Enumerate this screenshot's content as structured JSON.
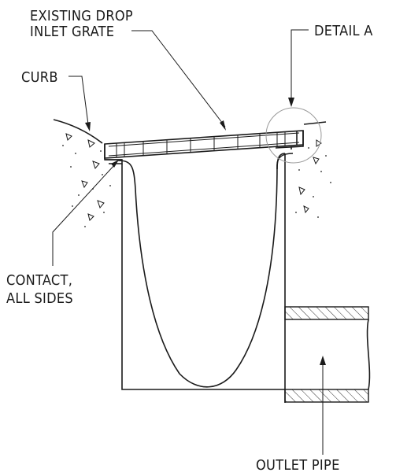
{
  "labels": {
    "grate_line1": "EXISTING DROP",
    "grate_line2": "INLET GRATE",
    "detail": "DETAIL A",
    "curb": "CURB",
    "contact_line1": "CONTACT,",
    "contact_line2": "ALL SIDES",
    "outlet": "OUTLET PIPE"
  }
}
